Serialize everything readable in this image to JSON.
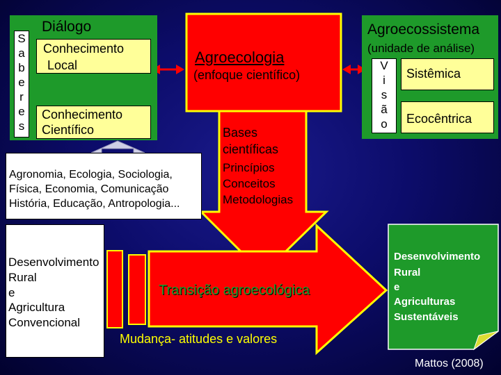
{
  "saberes": {
    "vertical_letters": [
      "S",
      "a",
      "b",
      "e",
      "r",
      "e",
      "s"
    ],
    "title": "Diálogo",
    "local_line1": "Conhecimento",
    "local_line2": "Local",
    "cientifico_line1": "Conhecimento",
    "cientifico_line2": "Científico"
  },
  "agroecologia": {
    "title": "Agroecologia",
    "subtitle": "(enfoque científico)"
  },
  "agroecossistema": {
    "title": "Agroecossistema",
    "subtitle": "(unidade de análise)",
    "visao_letters": [
      "V",
      "i",
      "s",
      "ã",
      "o"
    ],
    "sistemica": "Sistêmica",
    "ecocentrica": "Ecocêntrica"
  },
  "disciplinas": {
    "line1": "Agronomia, Ecologia, Sociologia,",
    "line2": "Física, Economia, Comunicação",
    "line3": "História, Educação, Antropologia..."
  },
  "bases": {
    "title_line1": "Bases",
    "title_line2": "científicas",
    "item1": "Princípios",
    "item2": "Conceitos",
    "item3": "Metodologias"
  },
  "convencional": {
    "line1": "Desenvolvimento",
    "line2": "Rural",
    "line3": "e",
    "line4": "Agricultura",
    "line5": "Convencional"
  },
  "transicao": {
    "label": "Transição agroecológica",
    "caption": "Mudança- atitudes e valores"
  },
  "sustentavel": {
    "line1": "Desenvolvimento",
    "line2": "Rural",
    "line3": "e",
    "line4": "Agriculturas",
    "line5": "Sustentáveis"
  },
  "credit": "Mattos (2008)",
  "colors": {
    "background": "#0c0c6a",
    "green": "#1e9a2a",
    "red": "#ff0000",
    "yellow": "#ffff99",
    "arrow_border": "#ffff00",
    "transition_text": "#1e9a2a"
  }
}
